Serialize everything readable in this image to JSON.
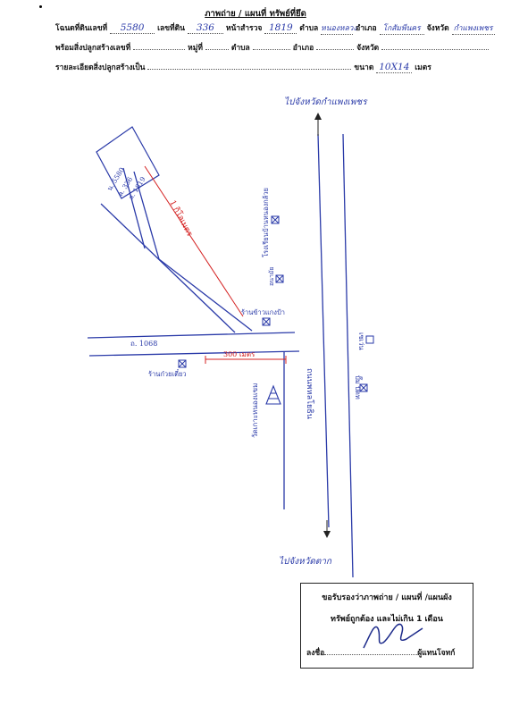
{
  "header": {
    "title": "ภาพถ่าย / แผนที่ ทรัพย์ที่ยึด",
    "deed_label": "โฉนดที่ดินเลขที่",
    "deed_no": "5580",
    "land_label": "เลขที่ดิน",
    "land_no": "336",
    "survey_label": "หน้าสำรวจ",
    "survey_no": "1819",
    "tambon_label": "ตำบล",
    "tambon": "หนองหลวง",
    "amphoe_label": "อำเภอ",
    "amphoe": "โกสัมพีนคร",
    "province_label": "จังหวัด",
    "province": "กำแพงเพชร",
    "building_label": "พร้อมสิ่งปลูกสร้างเลขที่",
    "moo_label": "หมู่ที่",
    "tambon2_label": "ตำบล",
    "amphoe2_label": "อำเภอ",
    "province2_label": "จังหวัด",
    "detail_label": "รายละเอียดสิ่งปลูกสร้างเป็น",
    "size_label": "ขนาด",
    "size": "10X14",
    "unit": "เมตร"
  },
  "map": {
    "north_label": "ไปจังหวัดกำแพงเพชร",
    "south_label": "ไปจังหวัดตาก",
    "parcel_lines": [
      "น. 5580",
      "ล. 336",
      "ส. 1819"
    ],
    "diag_dist": "1 กิโลเมตร",
    "road_label": "ถ. 1068",
    "horiz_dist": "300 เมตร",
    "main_road": "ถนนพหลโยธิน",
    "school": "โรงเรียนบ้านหนองกล้วย",
    "health": "อนามัย",
    "rice_shop": "ร้านข้าวแกงป้า",
    "shop_left": "ร้านก๋วยเตี๋ยว",
    "temple": "วัดเกาะหนองแขม",
    "mart": "เซเว่น",
    "gas": "ปั๊ม ปตท"
  },
  "certification": {
    "line1": "ขอรับรองว่าภาพถ่าย / แผนที่ /แผนผัง",
    "line2": "ทรัพย์ถูกต้อง และไม่เกิน 1 เดือน",
    "sign_label": "ลงชื่อ",
    "sign_role": "ผู้แทนโจทก์"
  }
}
